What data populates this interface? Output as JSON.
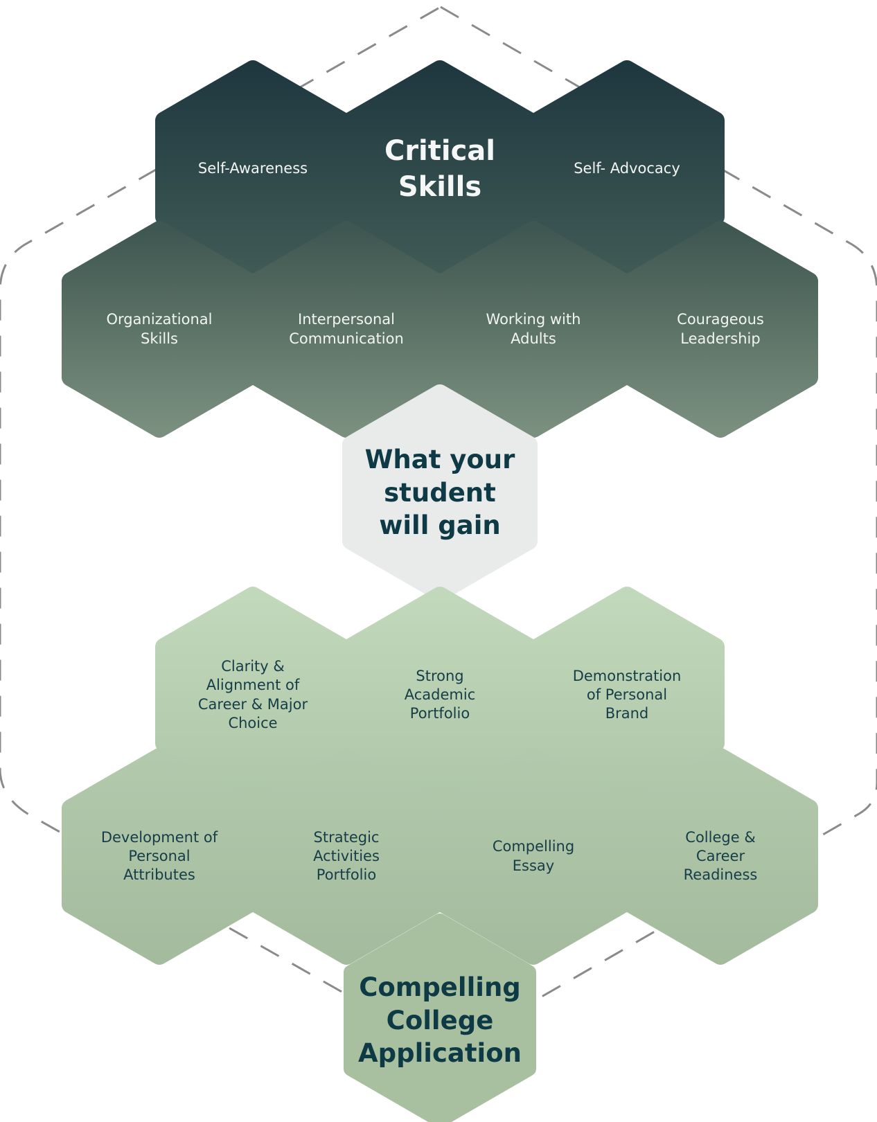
{
  "colors": {
    "critical_top": "#1f3840",
    "critical_bottom": "#3f5a55",
    "skills_top": "#3f5751",
    "skills_bottom": "#7a8f7e",
    "center_fill": "#e9ebeb",
    "outcome_top": "#c2d8bb",
    "outcome_bottom": "#a7bea0",
    "application_fill": "#a8c09f",
    "outline_dash": "#8a8a8a",
    "dark_text": "#0e3a45",
    "light_text": "#f4f6f5"
  },
  "critical_skills": {
    "title": "Critical\nSkills",
    "items": [
      {
        "id": "self-awareness",
        "label": "Self-Awareness"
      },
      {
        "id": "self-advocacy",
        "label": "Self- Advocacy"
      },
      {
        "id": "organizational-skills",
        "label": "Organizational\nSkills"
      },
      {
        "id": "interpersonal-communication",
        "label": "Interpersonal\nCommunication"
      },
      {
        "id": "working-with-adults",
        "label": "Working with\nAdults"
      },
      {
        "id": "courageous-leadership",
        "label": "Courageous\nLeadership"
      }
    ]
  },
  "center": {
    "title": "What your\nstudent\nwill gain"
  },
  "outcomes": {
    "items": [
      {
        "id": "clarity-alignment",
        "label": "Clarity &\nAlignment of\nCareer & Major\nChoice"
      },
      {
        "id": "strong-academic-portfolio",
        "label": "Strong\nAcademic\nPortfolio"
      },
      {
        "id": "demonstration-personal-brand",
        "label": "Demonstration\nof Personal\nBrand"
      },
      {
        "id": "development-personal-attributes",
        "label": "Development of\nPersonal\nAttributes"
      },
      {
        "id": "strategic-activities-portfolio",
        "label": "Strategic\nActivities\nPortfolio"
      },
      {
        "id": "compelling-essay",
        "label": "Compelling\nEssay"
      },
      {
        "id": "college-career-readiness",
        "label": "College &\nCareer\nReadiness"
      }
    ],
    "final": {
      "title": "Compelling\nCollege\nApplication"
    }
  }
}
